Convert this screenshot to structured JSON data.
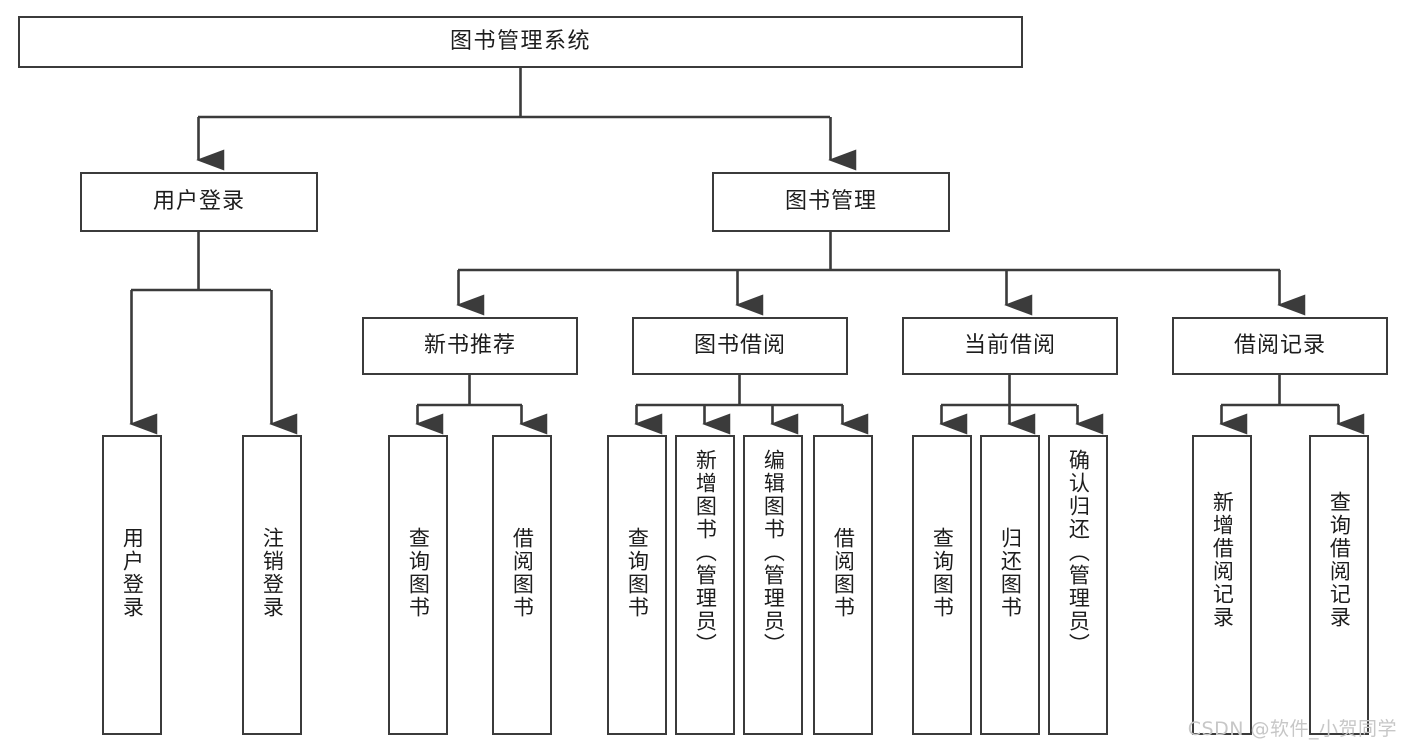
{
  "diagram": {
    "title": "图书管理系统",
    "type": "tree",
    "colors": {
      "box_border": "#3b3b3b",
      "box_fill": "#ffffff",
      "edge": "#3b3b3b",
      "text": "#1d1d1d",
      "watermark": "#c7c7c7",
      "background": "#ffffff"
    },
    "root": {
      "label": "图书管理系统"
    },
    "level1": [
      {
        "label": "用户登录"
      },
      {
        "label": "图书管理"
      }
    ],
    "level2": [
      {
        "label": "新书推荐"
      },
      {
        "label": "图书借阅"
      },
      {
        "label": "当前借阅"
      },
      {
        "label": "借阅记录"
      }
    ],
    "leaves": {
      "user_login": [
        {
          "label": "用户登录"
        },
        {
          "label": "注销登录"
        }
      ],
      "new_book": [
        {
          "label": "查询图书"
        },
        {
          "label": "借阅图书"
        }
      ],
      "book_borrow": [
        {
          "label": "查询图书"
        },
        {
          "label": "新增图书（管理员）"
        },
        {
          "label": "编辑图书（管理员）"
        },
        {
          "label": "借阅图书"
        }
      ],
      "current_borrow": [
        {
          "label": "查询图书"
        },
        {
          "label": "归还图书"
        },
        {
          "label": "确认归还（管理员）"
        }
      ],
      "borrow_record": [
        {
          "label": "新增借阅记录"
        },
        {
          "label": "查询借阅记录"
        }
      ]
    }
  },
  "watermark": {
    "text": "CSDN @软件_小贺同学"
  }
}
